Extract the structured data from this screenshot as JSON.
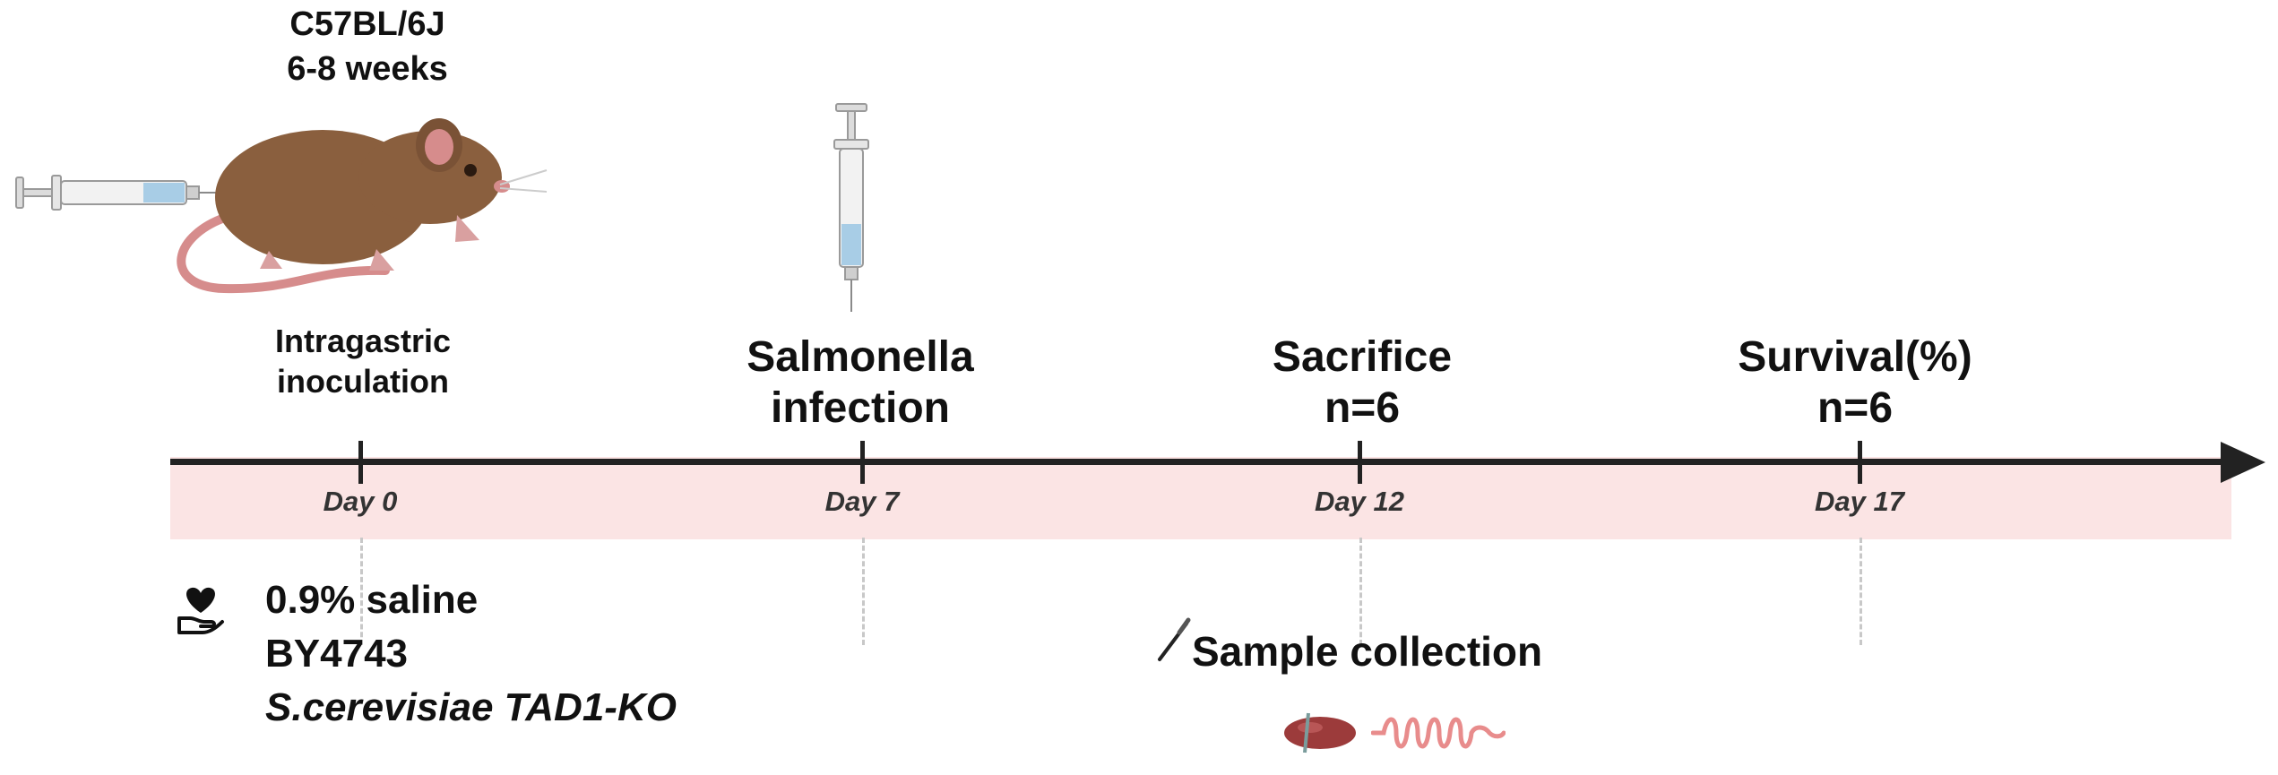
{
  "strain": {
    "line1": "C57BL/6J",
    "line2": "6-8 weeks"
  },
  "events": [
    {
      "label_line1": "Intragastric",
      "label_line2": "inoculation"
    },
    {
      "label_line1": "Salmonella",
      "label_line2": "infection"
    },
    {
      "label_line1": "Sacrifice",
      "label_line2": "n=6"
    },
    {
      "label_line1": "Survival(%)",
      "label_line2": "n=6"
    }
  ],
  "timeline": {
    "days": [
      "Day 0",
      "Day 7",
      "Day 12",
      "Day 17"
    ]
  },
  "groups": [
    "0.9% saline",
    "BY4743",
    "S.cerevisiae TAD1-KO"
  ],
  "sample_collection": "Sample collection",
  "icons": [
    "mouse-icon",
    "syringe-icon",
    "heart-hand-icon",
    "scalpel-icon",
    "spleen-icon",
    "intestine-icon"
  ],
  "colors": {
    "band": "#fbe4e4",
    "axis": "#222222",
    "mouse": "#8a5f3e",
    "tissue": "#e88c8c"
  }
}
